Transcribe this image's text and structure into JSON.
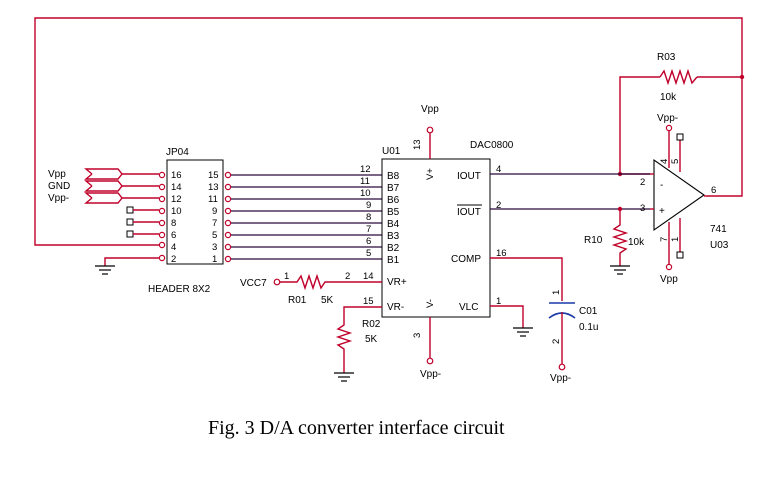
{
  "caption": "Fig. 3 D/A converter interface circuit",
  "header": {
    "ref": "JP04",
    "name": "HEADER 8X2",
    "left_pins": [
      "16",
      "14",
      "12",
      "10",
      "8",
      "6",
      "4",
      "2"
    ],
    "right_pins": [
      "15",
      "13",
      "11",
      "9",
      "7",
      "5",
      "3",
      "1"
    ],
    "power_labels": [
      "Vpp",
      "GND",
      "Vpp-"
    ]
  },
  "dac": {
    "ref": "U01",
    "name": "DAC0800",
    "left_pin_numbers": [
      "12",
      "11",
      "10",
      "9",
      "8",
      "7",
      "6",
      "5"
    ],
    "bit_labels": [
      "B8",
      "B7",
      "B6",
      "B5",
      "B4",
      "B3",
      "B2",
      "B1"
    ],
    "vrp_label": "VR+",
    "vrp_pin": "14",
    "vrm_label": "VR-",
    "vrm_pin": "15",
    "vplus_label": "V+",
    "vplus_pin": "13",
    "vminus_label": "V-",
    "vminus_pin": "3",
    "iout_label": "IOUT",
    "iout_pin": "4",
    "ioutb_label": "IOUT",
    "ioutb_pin": "2",
    "comp_label": "COMP",
    "comp_pin": "16",
    "vlc_label": "VLC",
    "vlc_pin": "1"
  },
  "opamp": {
    "name": "741",
    "ref": "U03",
    "pin_inv": "2",
    "pin_noninv": "3",
    "pin_out": "6",
    "pin_vplus": "4",
    "pin_5": "5",
    "pin_vminus": "7",
    "pin_1": "1",
    "minus_sign": "-",
    "plus_sign": "+",
    "vpp_minus_label": "Vpp-",
    "vpp_label": "Vpp"
  },
  "r01": {
    "ref": "R01",
    "value": "5K",
    "net": "VCC7",
    "pin1": "1",
    "pin2": "2"
  },
  "r02": {
    "ref": "R02",
    "value": "5K"
  },
  "r03": {
    "ref": "R03",
    "value": "10k"
  },
  "r10": {
    "ref": "R10",
    "value": "10k"
  },
  "c01": {
    "ref": "C01",
    "value": "0.1u",
    "pin1": "1",
    "pin2": "2",
    "supply": "Vpp-"
  },
  "dac_supply_top": "Vpp",
  "dac_supply_bottom": "Vpp-",
  "colors": {
    "wire": "#c0002a",
    "bus": "#2a0a3a",
    "capacitor": "#1a3aa8"
  }
}
